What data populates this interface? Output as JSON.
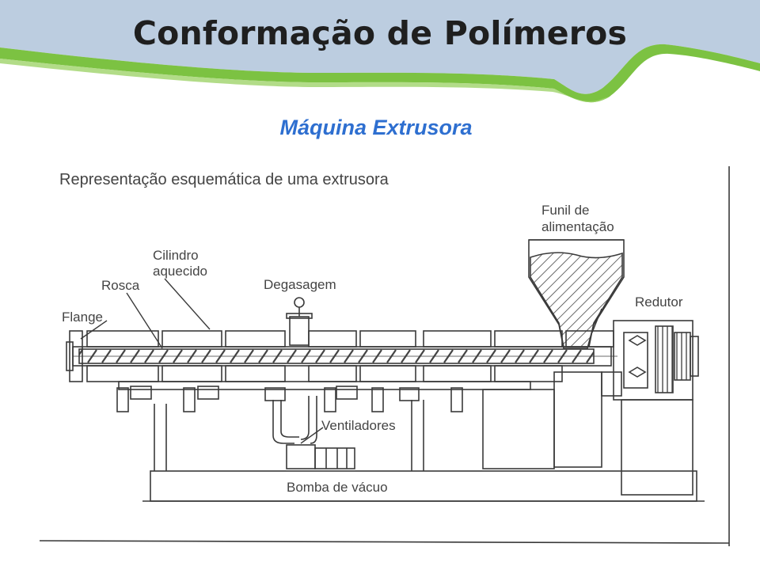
{
  "slide": {
    "title": "Conformação de Polímeros",
    "subtitle": "Máquina Extrusora"
  },
  "diagram": {
    "heading": "Representação esquemática de uma extrusora",
    "labels": {
      "funil_line1": "Funil de",
      "funil_line2": "alimentação",
      "cilindro_line1": "Cilindro",
      "cilindro_line2": "aquecido",
      "rosca": "Rosca",
      "degasagem": "Degasagem",
      "redutor": "Redutor",
      "flange": "Flange",
      "ventiladores": "Ventiladores",
      "bomba": "Bomba de vácuo"
    }
  },
  "colors": {
    "header_blue": "#bccde0",
    "header_green": "#7cc242",
    "subtitle": "#2e6fd0",
    "line": "#3a3a3a"
  }
}
